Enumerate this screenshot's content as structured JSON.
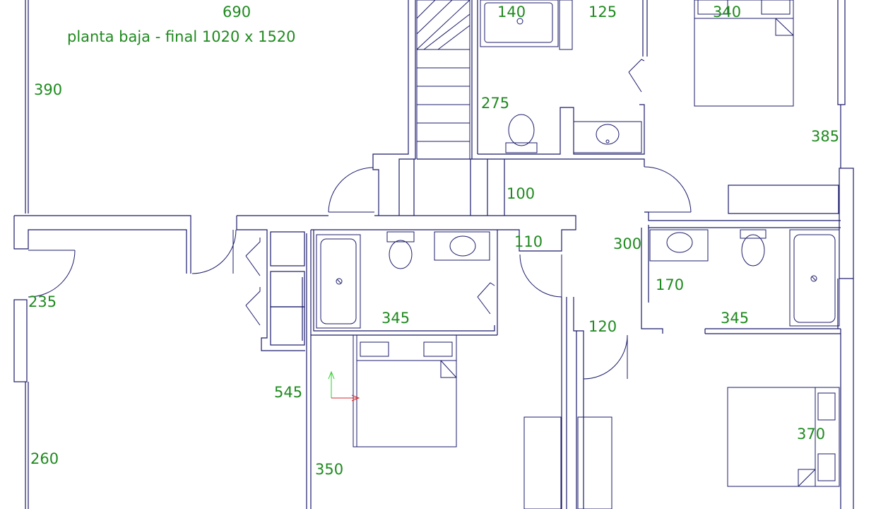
{
  "plan": {
    "title": "planta baja -  final  1020 x 1520",
    "colors": {
      "walls": "#1b1b6b",
      "dimensions": "#1f8a1f",
      "axis_y": "#2ecc2e",
      "axis_x": "#d62b2b",
      "background": "#ffffff"
    },
    "dimensions": [
      "690",
      "140",
      "125",
      "340",
      "390",
      "275",
      "385",
      "100",
      "110",
      "300",
      "170",
      "235",
      "345",
      "345",
      "120",
      "545",
      "370",
      "260",
      "350"
    ]
  }
}
